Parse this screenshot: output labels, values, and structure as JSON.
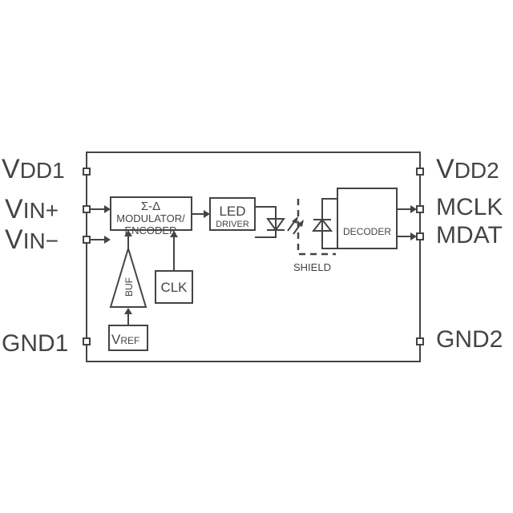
{
  "pins": {
    "vdd1": {
      "main": "V",
      "sub": "DD1"
    },
    "vin_plus": {
      "main": "V",
      "sub": "IN+"
    },
    "vin_minus": {
      "main": "V",
      "sub": "IN−"
    },
    "gnd1": {
      "main": "GND1"
    },
    "vdd2": {
      "main": "V",
      "sub": "DD2"
    },
    "mclk": {
      "main": "MCLK"
    },
    "mdat": {
      "main": "MDAT"
    },
    "gnd2": {
      "main": "GND2"
    }
  },
  "blocks": {
    "modulator": {
      "line1": "Σ-Δ",
      "line2": "MODULATOR/",
      "line3": "ENCODER"
    },
    "led_driver": {
      "line1": "LED",
      "line2": "DRIVER"
    },
    "decoder": {
      "label": "DECODER"
    },
    "clk": {
      "label": "CLK"
    },
    "buf": {
      "label": "BUF"
    },
    "vref": {
      "main": "V",
      "sub": "REF"
    },
    "shield": {
      "label": "SHIELD"
    }
  },
  "colors": {
    "line": "#444444",
    "background": "#ffffff"
  }
}
